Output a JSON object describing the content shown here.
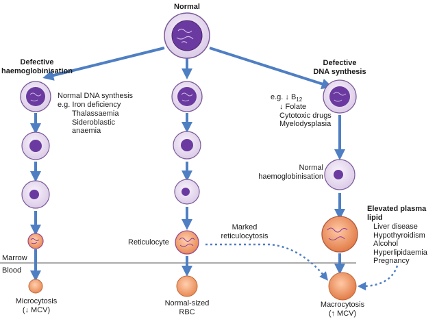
{
  "title": "Normal",
  "left": {
    "heading": "Defective\nhaemoglobinisation",
    "notes": "Normal DNA synthesis\ne.g. Iron deficiency",
    "causes": "Thalassaemia\nSideroblastic\nanaemia",
    "result": "Microcytosis\n(↓ MCV)"
  },
  "center": {
    "reticulocyte": "Reticulocyte",
    "marked": "Marked\nreticulocytosis",
    "result": "Normal-sized\nRBC"
  },
  "right": {
    "heading": "Defective\nDNA synthesis",
    "eg_prefix": "e.g. ↓ B",
    "eg_sub": "12",
    "causes": "↓ Folate\nCytotoxic drugs\nMyelodysplasia",
    "normal_hb": "Normal\nhaemoglobinisation",
    "result": "Macrocytosis\n(↑ MCV)"
  },
  "lipid": {
    "heading": "Elevated plasma\nlipid",
    "causes": "Liver disease\nHypothyroidism\nAlcohol\nHyperlipidaemia\nPregnancy"
  },
  "labels": {
    "marrow": "Marrow",
    "blood": "Blood"
  },
  "colors": {
    "arrow": "#4f7fc3",
    "nucleus": "#6b3aa0",
    "cell_membrane": "#e6dcef",
    "rbc": "#f0a070"
  }
}
